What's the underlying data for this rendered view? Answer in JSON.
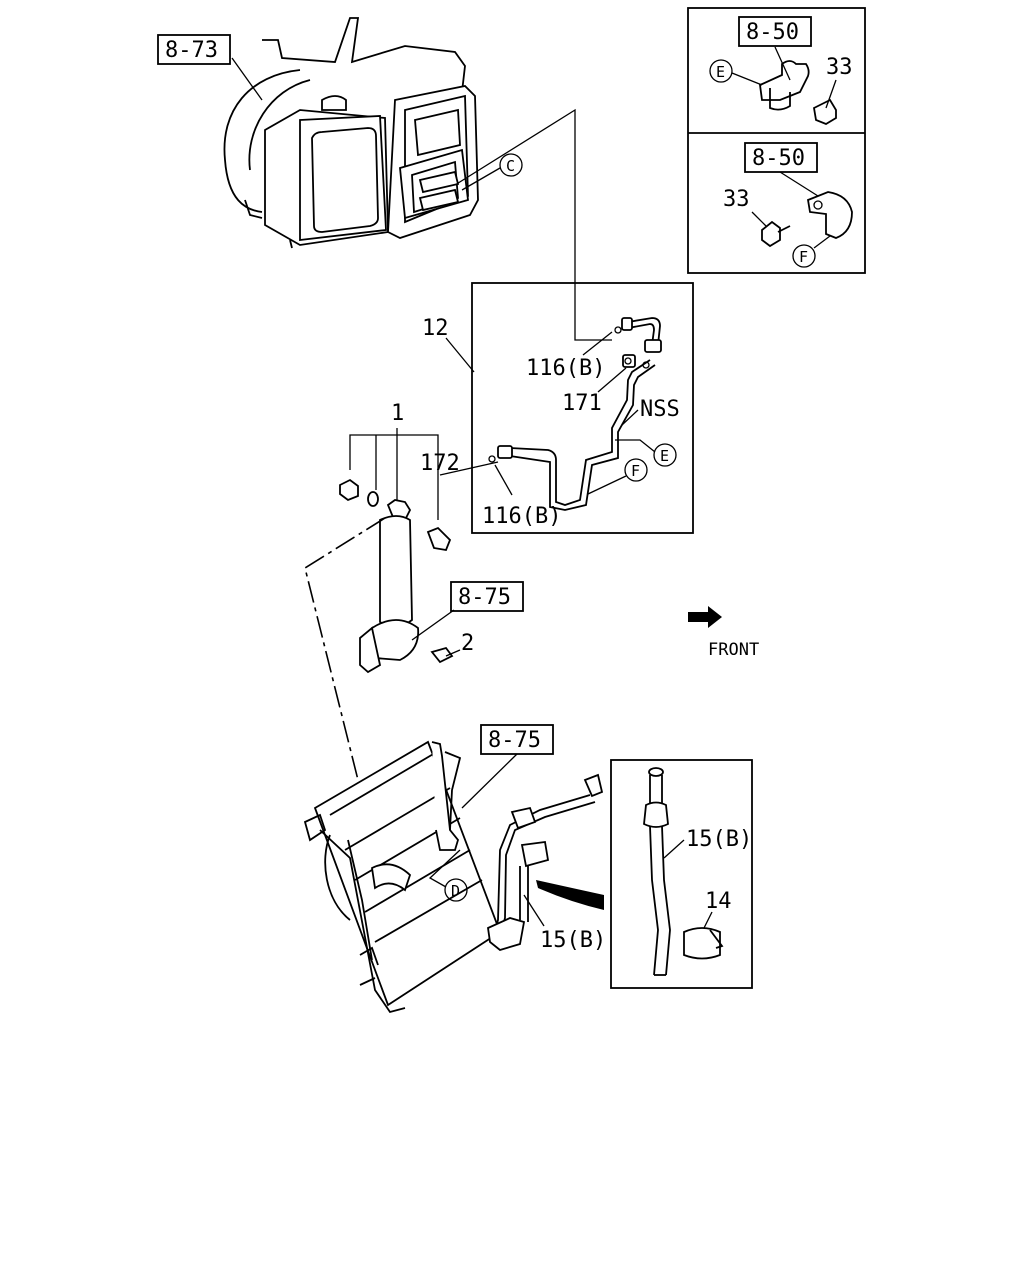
{
  "references": {
    "heater_unit": "8-73",
    "clip_e": "8-50",
    "clip_f": "8-50",
    "receiver_bracket": "8-75",
    "condenser": "8-75"
  },
  "callouts": {
    "c": "C",
    "d": "D",
    "e_pipe": "E",
    "f_pipe": "F",
    "e_inset": "E",
    "f_inset": "F"
  },
  "part_labels": {
    "p1": "1",
    "p2": "2",
    "p12": "12",
    "p14": "14",
    "p15b_inset": "15(B)",
    "p15b_main": "15(B)",
    "p33_top": "33",
    "p33_bottom": "33",
    "p116b_top": "116(B)",
    "p116b_bottom": "116(B)",
    "p171": "171",
    "p172": "172",
    "nss": "NSS"
  },
  "front_label": "FRONT"
}
